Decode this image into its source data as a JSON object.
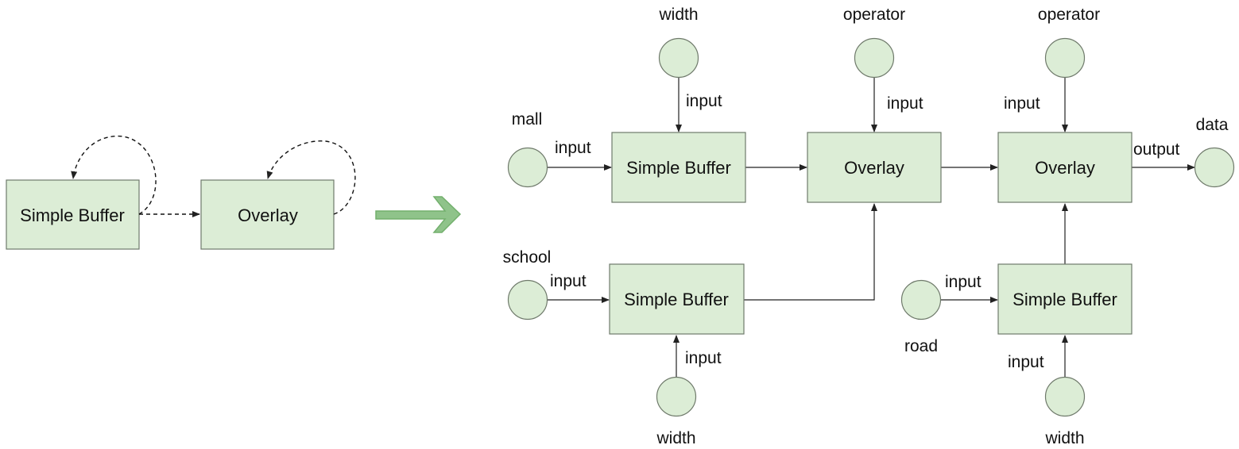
{
  "left_diagram": {
    "simple_buffer": "Simple Buffer",
    "overlay": "Overlay"
  },
  "right_diagram": {
    "buffer_top": "Simple Buffer",
    "buffer_mid": "Simple Buffer",
    "buffer_right": "Simple Buffer",
    "overlay_1": "Overlay",
    "overlay_2": "Overlay",
    "nodes": {
      "width_top": "width",
      "operator_1": "operator",
      "operator_2": "operator",
      "mall": "mall",
      "data": "data",
      "school": "school",
      "road": "road",
      "width_bottom_1": "width",
      "width_bottom_2": "width"
    },
    "edge_labels": {
      "width_top_input": "input",
      "operator_1_input": "input",
      "operator_2_input": "input",
      "mall_input": "input",
      "output": "output",
      "school_input": "input",
      "road_input": "input",
      "width_bottom_1_input": "input",
      "width_bottom_2_input": "input"
    }
  },
  "colors": {
    "box_fill": "#dcedd6",
    "box_stroke": "#6f7a6b",
    "transform_arrow": "#8fc38a"
  }
}
